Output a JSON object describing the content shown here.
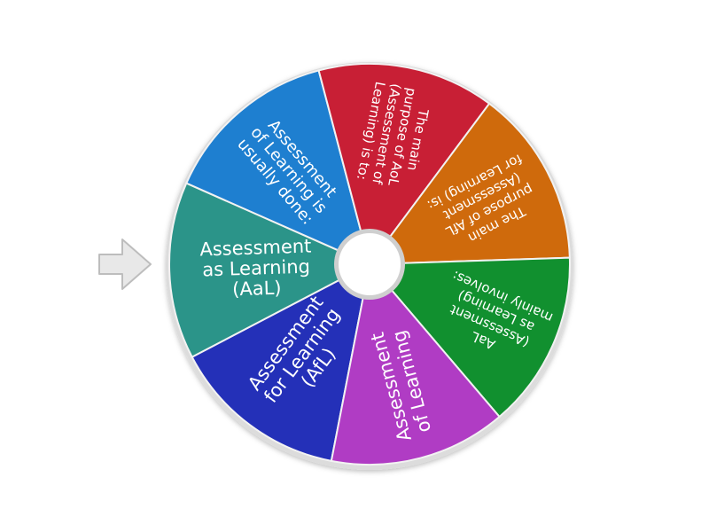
{
  "wheel": {
    "segments": [
      {
        "id": "assessment-for-learning-afl",
        "lines": [
          "Assessment",
          "for Learning",
          "(AfL)"
        ],
        "color": "#2430b8"
      },
      {
        "id": "assessment-as-learning-aal",
        "lines": [
          "Assessment",
          "as Learning",
          "(AaL)"
        ],
        "color": "#2b9489"
      },
      {
        "id": "assessment-of-learning-usually-done",
        "lines": [
          "Assessment",
          "of Learning is",
          "usually done:"
        ],
        "color": "#1e7fd0"
      },
      {
        "id": "main-purpose-of-aol",
        "lines": [
          "The main",
          "purpose of AoL",
          "(Assessment of",
          "Learning) is to:"
        ],
        "color": "#c81f35"
      },
      {
        "id": "main-purpose-of-afl",
        "lines": [
          "The main",
          "purpose of AfL",
          "(Assessment",
          "for Learning) is:"
        ],
        "color": "#cf6a0c"
      },
      {
        "id": "aal-mainly-involves",
        "lines": [
          "AaL",
          "(Assessment",
          "as Learning)",
          "mainly involves:"
        ],
        "color": "#11902f"
      },
      {
        "id": "assessment-of-learning",
        "lines": [
          "Assessment",
          "of Learning"
        ],
        "color": "#b03cc4"
      }
    ]
  },
  "pointer": {
    "icon": "arrow-right-icon",
    "color": "#e8e8e8"
  },
  "hub": {
    "color": "#ffffff"
  }
}
